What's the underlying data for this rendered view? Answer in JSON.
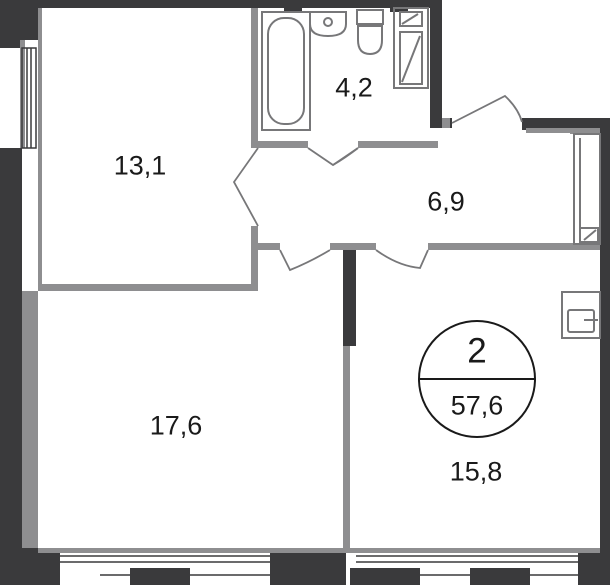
{
  "colors": {
    "wall_dark": "#3a3a3c",
    "wall_gray": "#8e8e90",
    "fixture_gray": "#777779",
    "text": "#1a1a1a"
  },
  "rooms": {
    "bedroom": "13,1",
    "bathroom": "4,2",
    "hallway": "6,9",
    "living_room": "17,6",
    "kitchen": "15,8"
  },
  "summary": {
    "room_count": "2",
    "total_area": "57,6"
  }
}
